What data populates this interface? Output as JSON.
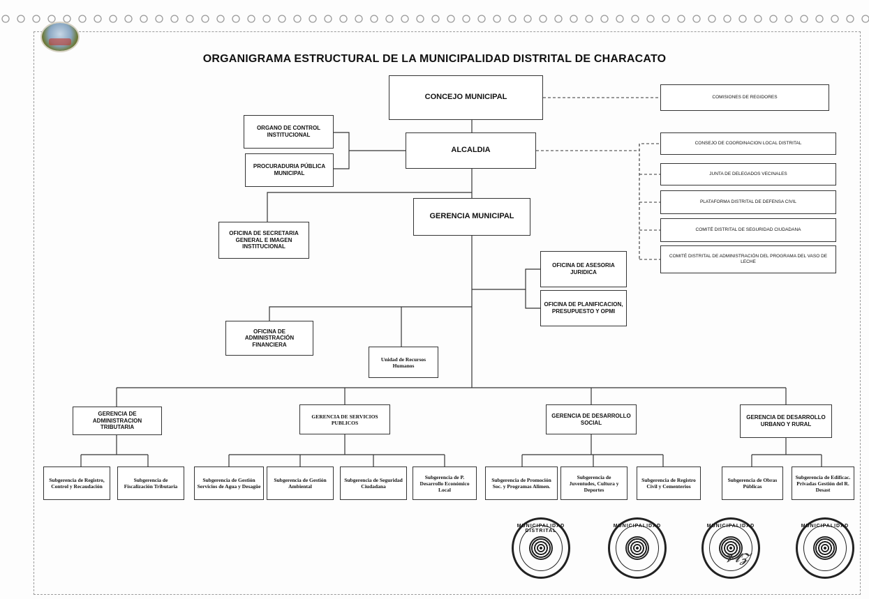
{
  "title": "ORGANIGRAMA ESTRUCTURAL DE LA MUNICIPALIDAD DISTRITAL DE CHARACATO",
  "nodes": {
    "concejo": "CONCEJO MUNICIPAL",
    "comisiones": "COMISIONES DE REGIDORES",
    "alcaldia": "ALCALDIA",
    "oci": "ORGANO DE CONTROL INSTITUCIONAL",
    "procuraduria": "PROCURADURIA PÚBLICA MUNICIPAL",
    "consejo_coord": "CONSEJO DE COORDINACION LOCAL DISTRITAL",
    "junta_delegados": "JUNTA DE DELEGADOS VECINALES",
    "plataforma": "PLATAFORMA DISTRITAL DE DEFENSA CIVIL",
    "comite_seguridad": "COMITÉ DISTRITAL DE SEGURIDAD CIUDADANA",
    "comite_vaso": "COMITÉ DISTRITAL DE ADMINISTRACIÓN DEL PROGRAMA DEL VASO DE LECHE",
    "gerencia_municipal": "GERENCIA MUNICIPAL",
    "secretaria": "OFICINA DE SECRETARIA GENERAL E IMAGEN INSTITUCIONAL",
    "asesoria": "OFICINA DE ASESORIA JURIDICA",
    "planificacion": "OFICINA DE PLANIFICACION, PRESUPUESTO Y OPMI",
    "administracion": "OFICINA DE ADMINISTRACIÓN FINANCIERA",
    "rrhh": "Unidad de Recursos Humanos",
    "g_tributaria": "GERENCIA DE ADMINISTRACION TRIBUTARIA",
    "g_servicios": "GERENCIA DE SERVICIOS PUBLICOS",
    "g_social": "GERENCIA DE DESARROLLO SOCIAL",
    "g_urbano": "GERENCIA DE DESARROLLO URBANO Y RURAL",
    "s_registro": "Subgerencia de Registro, Control y Recaudación",
    "s_fiscalizacion": "Subgerencia de Fiscalización Tributaria",
    "s_agua": "Subgerencia de Gestión Servicios de Agua y Desagüe",
    "s_ambiental": "Subgerencia de Gestión Ambiental",
    "s_seguridad": "Subgerencia de Seguridad Ciudadana",
    "s_economico": "Subgerencia de P. Desarrollo Económico Local",
    "s_promocion": "Subgerencia de Promoción Soc. y Programas Alimen.",
    "s_juventudes": "Subgerencia de Juventudes, Cultura y Deportes",
    "s_civil": "Subgerencia de Registro Civil y Cementerios",
    "s_obras": "Subgerencia de Obras Públicas",
    "s_edificac": "Subgerencia de Edificac. Privadas Gestión del R. Desast"
  },
  "seals": [
    "MUNICIPALIDAD DISTRITAL",
    "MUNICIPALIDAD",
    "MUNICIPALIDAD",
    "MUNICIPALIDAD"
  ]
}
